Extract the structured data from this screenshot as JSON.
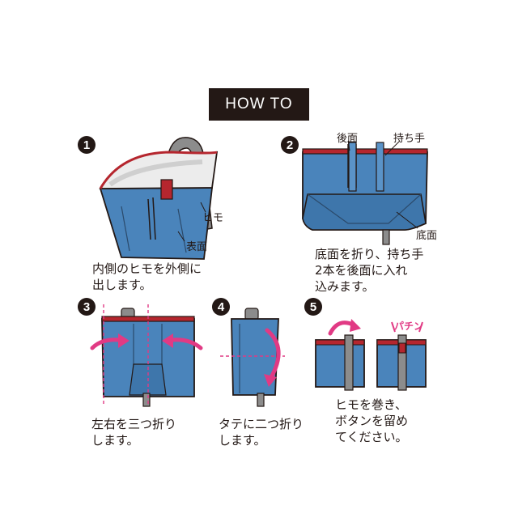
{
  "title": "HOW TO",
  "colors": {
    "bag_blue": "#4a84bb",
    "bag_edge": "#2b4a6b",
    "strap_gray": "#8c8c8c",
    "lining": "#ececec",
    "rim_red": "#b5262e",
    "accent_pink": "#e13a84",
    "ink": "#231815"
  },
  "steps": [
    {
      "number": "1",
      "caption": "内側のヒモを外側に\n出します。",
      "labels": {
        "himo": "ヒモ",
        "hyomen": "表面"
      }
    },
    {
      "number": "2",
      "caption": "底面を折り、持ち手\n2本を後面に入れ\n込みます。",
      "labels": {
        "koumen": "後面",
        "mochite": "持ち手",
        "teimen": "底面"
      }
    },
    {
      "number": "3",
      "caption": "左右を三つ折り\nします。"
    },
    {
      "number": "4",
      "caption": "タテに二つ折り\nします。"
    },
    {
      "number": "5",
      "caption": "ヒモを巻き、\nボタンを留め\nてください。",
      "labels": {
        "pachin": "パチン"
      }
    }
  ]
}
